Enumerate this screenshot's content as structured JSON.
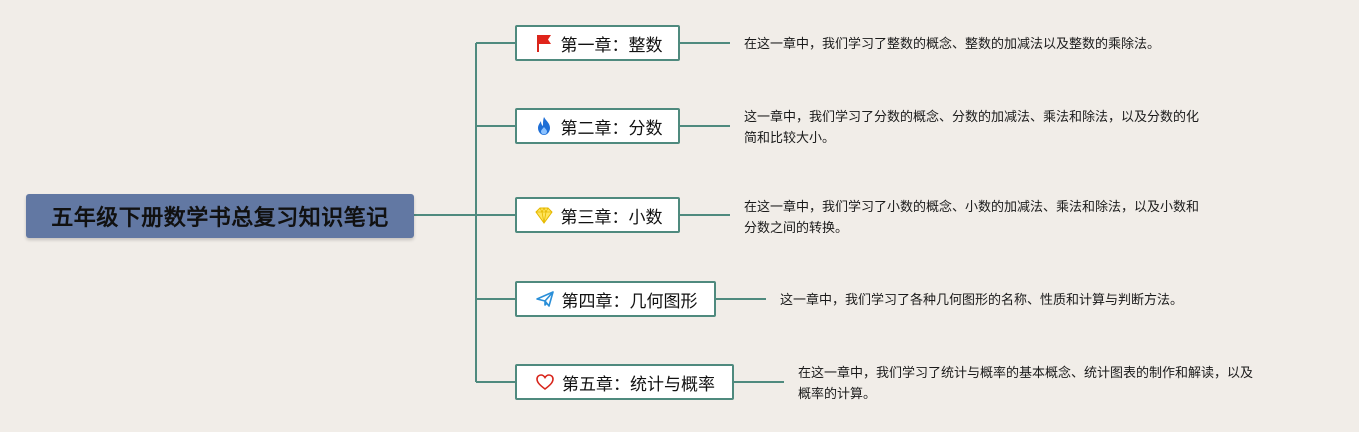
{
  "root": {
    "title": "五年级下册数学书总复习知识笔记"
  },
  "chapters": [
    {
      "title": "第一章：整数",
      "icon": "red-flag-icon",
      "desc_lines": [
        "在这一章中，我们学习了整数的概念、整数的加减法以及整数的乘除法。"
      ]
    },
    {
      "title": "第二章：分数",
      "icon": "fire-icon",
      "desc_lines": [
        "这一章中，我们学习了分数的概念、分数的加减法、乘法和除法，以及分数的化",
        "简和比较大小。"
      ]
    },
    {
      "title": "第三章：小数",
      "icon": "diamond-icon",
      "desc_lines": [
        "在这一章中，我们学习了小数的概念、小数的加减法、乘法和除法，以及小数和",
        "分数之间的转换。"
      ]
    },
    {
      "title": "第四章：几何图形",
      "icon": "paper-plane-icon",
      "desc_lines": [
        "这一章中，我们学习了各种几何图形的名称、性质和计算与判断方法。"
      ]
    },
    {
      "title": "第五章：统计与概率",
      "icon": "heart-icon",
      "desc_lines": [
        "在这一章中，我们学习了统计与概率的基本概念、统计图表的制作和解读，以及",
        "概率的计算。"
      ]
    }
  ],
  "colors": {
    "background": "#f1ede8",
    "root_fill": "#6278a3",
    "connector": "#4f8a7e"
  }
}
